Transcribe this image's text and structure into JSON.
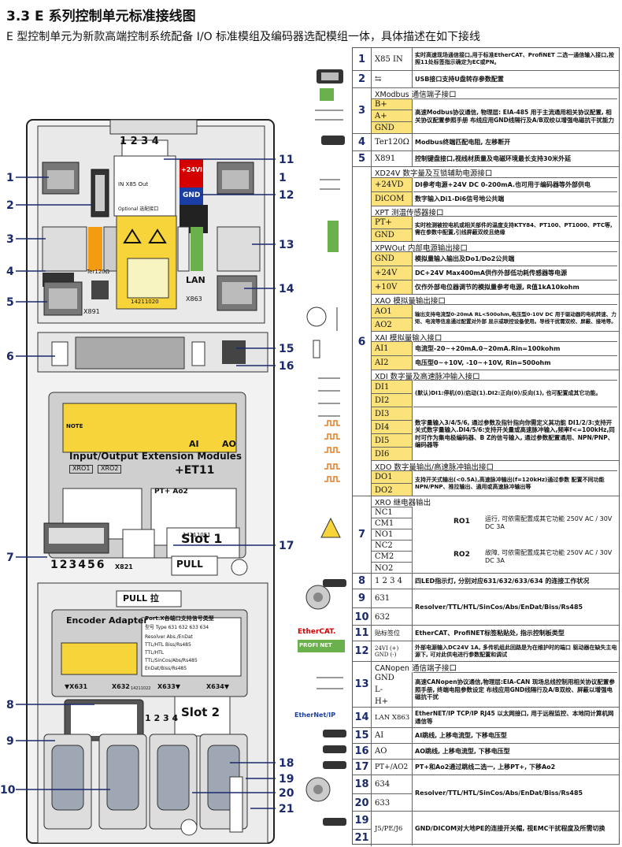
{
  "title": "3.3  E 系列控制单元标准接线图",
  "subtitle": "E 型控制单元为新款高端控制系统配备 I/O 标准模组及编码器选配模组一体，具体描述在如下接线",
  "callouts": [
    "1",
    "2",
    "3",
    "4",
    "5",
    "6",
    "7",
    "8",
    "9",
    "10",
    "11",
    "12",
    "13",
    "14",
    "15",
    "16",
    "17",
    "18",
    "19",
    "20",
    "21",
    "1"
  ],
  "device": {
    "top_leds": "1 2 3 4",
    "label_24v": "+24VI",
    "label_gnd": "GND",
    "label_lan": "LAN",
    "label_x863": "X863",
    "label_x891": "X891",
    "label_ter": "Ter120Ω",
    "label_x85in": "IN X85 Out",
    "label_optional": "Optional 选配接口",
    "code1": "14211020",
    "io_title": "Input/Output Extension Modules",
    "io_model": "+ET11",
    "io_code": "14211051",
    "io_note": "NOTE",
    "io_xro1": "XRO1",
    "io_xro2": "XRO2",
    "io_ai": "AI",
    "io_ao": "AO",
    "io_pt": "PT+ Ao2",
    "slot1": "Slot 1",
    "pull": "PULL",
    "digits": "123456",
    "x821": "X821",
    "pull2": "PULL 拉",
    "enc_title": "Encoder Adapter",
    "enc_port": "Port.X各端口支持信号类型",
    "enc_type": "型号 Type 631 632 633 634",
    "enc_r1": "Resolver  Abs./EnDat",
    "enc_r2": "TTL/HTL  Biss/Rs485",
    "enc_r3": "TTL/HTL",
    "enc_r4": "TTL/SinCos/Abs/Rs485",
    "enc_r5": "EnDat/Biss/Rs485",
    "enc_x631": "▼X631",
    "enc_x632": "X632",
    "enc_x633": "X633▼",
    "enc_x634": "X634▼",
    "enc_code": "14211022",
    "slot2": "Slot 2",
    "digits2": "1 2 3 4"
  },
  "table": {
    "rows": [
      {
        "num": "1",
        "term": "X85 IN",
        "desc": "实时高速现场通信接口,用于标准EtherCAT、ProfiNET 二选一通信输入接口,按照11处标签指示确定为EC或PN。"
      },
      {
        "num": "2",
        "term": "⇆",
        "desc": "USB接口支持U盘转存参数配置"
      },
      {
        "num": "3",
        "hdr": "XModbus 通信端子接口",
        "terms": [
          "B+",
          "A+",
          "GND"
        ],
        "desc": "高速Modbus协议通信, 物理层: EIA-485 用于主流通用相关协议配置, 相关协议配置参照手册 布线应用GND线隔行及A/B双绞以增强电磁抗干扰能力"
      },
      {
        "num": "4",
        "term": "Ter120Ω",
        "desc": "Modbus终端匹配电阻, 左移断开"
      },
      {
        "num": "5",
        "term": "X891",
        "desc": "控制键盘接口,视线材质量及电磁环境最长支持30米外延"
      }
    ],
    "xd24_hdr": "XD24V 数字量及互锁辅助电源接口",
    "xd24": [
      {
        "term": "+24VD",
        "desc": "DI参考电源+24V DC 0-200mA.也可用于编码器等外部供电"
      },
      {
        "term": "DiCOM",
        "desc": "数字输入Di1-Di6信号地公共端"
      }
    ],
    "xpt_hdr": "XPT 测温传感器接口",
    "xpt": {
      "terms": [
        "PT+",
        "GND"
      ],
      "desc": "实时检测被控电机或相关部件的温度支持KTY84、PT100、PT1000、PTC等,需在参数中配置,引线屏蔽双绞且绝缘"
    },
    "xpw_hdr": "XPWOut 内部电源输出接口",
    "xpw": [
      {
        "term": "GND",
        "desc": "模拟量输入输出及Do1/Do2公共端"
      },
      {
        "term": "+24V",
        "desc": "DC+24V Max400mA供作外部低功耗传感器等电源"
      },
      {
        "term": "+10V",
        "desc": "仅作外部电位器调节的模拟量参考电源, R值1kA10kohm"
      }
    ],
    "xao_hdr": "XAO 模拟量输出接口",
    "xao": {
      "terms": [
        "AO1",
        "AO2"
      ],
      "desc": "输出支持电流型0-20mA RL<500ohm,电压型0-10V DC 用于驱动器的电机转速、力矩、电流等信息通过配置对外部 显示或联控设备使用。导线干扰需双绞、屏蔽、接地等。"
    },
    "xai_hdr": "XAI 模拟量输入接口",
    "xai": [
      {
        "term": "AI1",
        "desc": "电流型-20~+20mA.0~20mA.Rin=100kohm"
      },
      {
        "term": "AI2",
        "desc": "电压型0~+10V, -10~+10V, Rin=500ohm"
      }
    ],
    "xdi_hdr": "XDI 数字量及高速脉冲输入接口",
    "xdi": {
      "terms": [
        "DI1",
        "DI2",
        "DI3",
        "DI4",
        "DI5",
        "DI6"
      ],
      "d1": "(默认)DI1:停机(0)/启动(1).DI2:正向(0)/反向(1), 也可配置成其它功能。",
      "d2": "数字量输入3/4/5/6, 通过参数及指针指向你需定义其功能 DI1/2/3:支持开关式数字量输入.DI4/5/6:支持开关量或高速脉冲输入,频率f<=100kHz,同时可作为集电极编码器、B Z的信号输入, 通过参数配置通用、NPN/PNP、编码器等"
    },
    "xdo_hdr": "XDO 数字量输出/高速脉冲输出接口",
    "xdo": {
      "terms": [
        "DO1",
        "DO2"
      ],
      "desc": "支持开关式输出(<0.5A),高速脉冲输出(f=120kHz)通过参数 配置不同功能NPN/PNP、推拉输出、通用或高速脉冲输出等"
    },
    "xro_hdr": "XRO 继电器输出",
    "xro": {
      "num": "7",
      "terms": [
        "NC1",
        "CM1",
        "NO1",
        "NC2",
        "CM2",
        "NO2"
      ],
      "ro1": "RO1",
      "ro2": "RO2",
      "d1": "运行, 可依需配置成其它功能 250V AC / 30V DC 3A",
      "d2": "故障, 可依需配置成其它功能 250V AC / 30V DC 3A"
    },
    "r8": {
      "num": "8",
      "term": "1 2 3 4",
      "desc": "四LED指示灯, 分别对应631/632/633/634 的连接工作状况"
    },
    "r9": {
      "num": "9",
      "term": "631"
    },
    "r10": {
      "num": "10",
      "term": "632"
    },
    "r910_desc": "Resolver/TTL/HTL/SinCos/Abs/EnDat/Biss/Rs485",
    "r11": {
      "num": "11",
      "term": "贴标签位",
      "desc": "EtherCAT、ProfiNET标签粘贴处, 指示控制板类型"
    },
    "r12": {
      "num": "12",
      "terms": "24VI (+) GND (-)",
      "desc": "外部电源输入DC24V 1A, 多传机组此回路是为在维护时的端口 驱动器在缺失主电源下, 可对此供电进行参数配置和调试"
    },
    "r13": {
      "num": "13",
      "hdr": "CANopen 通信端子接口",
      "terms": [
        "GND",
        "L-",
        "H+"
      ],
      "desc": "高速CANopen协议通信,物理层:EIA-CAN 现场总线控制用相关协议配置参照手册, 终端电阻参数设定 布线应用GND线隔行及A/B双绞、屏蔽以增强电磁抗干扰"
    },
    "r14": {
      "num": "14",
      "term": "LAN X863",
      "desc": "EtherNET/IP  TCP/IP RJ45 以太网接口, 用于远程监控、本地同计算机网通信等"
    },
    "r15": {
      "num": "15",
      "term": "AI",
      "desc": "AI跳线, 上移电流型, 下移电压型"
    },
    "r16": {
      "num": "16",
      "term": "AO",
      "desc": "AO跳线, 上移电流型, 下移电压型"
    },
    "r17": {
      "num": "17",
      "term": "PT+/AO2",
      "desc": "PT+和Ao2通过跳线二选一, 上移PT+, 下移Ao2"
    },
    "r18": {
      "num": "18",
      "term": "634"
    },
    "r20": {
      "num": "20",
      "term": "633"
    },
    "r1820_desc": "Resolver/TTL/HTL/SinCos/Abs/EnDat/Biss/Rs485",
    "r1921": {
      "num1": "19",
      "num2": "21",
      "term": "J5/PE/J6",
      "desc": "GND/DICOM对大地PE的连接开关帽, 视EMC干扰程度及所需切换"
    },
    "logo_ethercat": "EtherCAT.",
    "logo_profinet": "PROFI NET",
    "logo_ethernetip": "EtherNet/IP"
  },
  "colors": {
    "accent": "#fbe27a",
    "navy": "#1a2a6c",
    "red": "#d40000",
    "blue": "#1a3ea5"
  }
}
